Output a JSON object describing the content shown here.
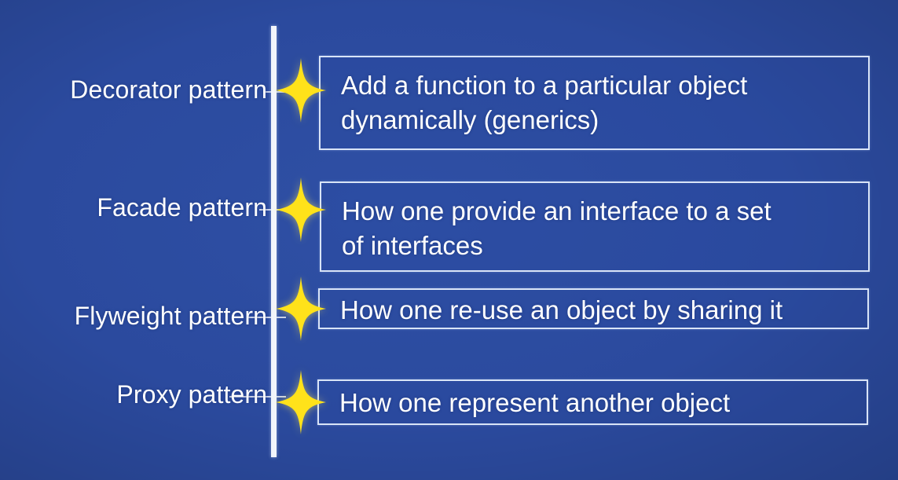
{
  "slide": {
    "background_color": "#2b4a9e",
    "accent_color": "#ffe21a",
    "line_color": "#f2f5fb",
    "text_color": "#ffffff",
    "spine_icon": "vertical-divider-line"
  },
  "rows": [
    {
      "label": "Decorator pattern",
      "icon": "sparkle-star-icon",
      "description_lines": [
        "Add a function to a particular object",
        "dynamically (generics)"
      ]
    },
    {
      "label": "Facade pattern",
      "icon": "sparkle-star-icon",
      "description_lines": [
        "How one provide an interface to a set",
        "of interfaces"
      ]
    },
    {
      "label": "Flyweight pattern",
      "icon": "sparkle-star-icon",
      "description_lines": [
        "How one re-use an object by sharing it"
      ]
    },
    {
      "label": "Proxy pattern",
      "icon": "sparkle-star-icon",
      "description_lines": [
        "How one represent another object"
      ]
    }
  ]
}
